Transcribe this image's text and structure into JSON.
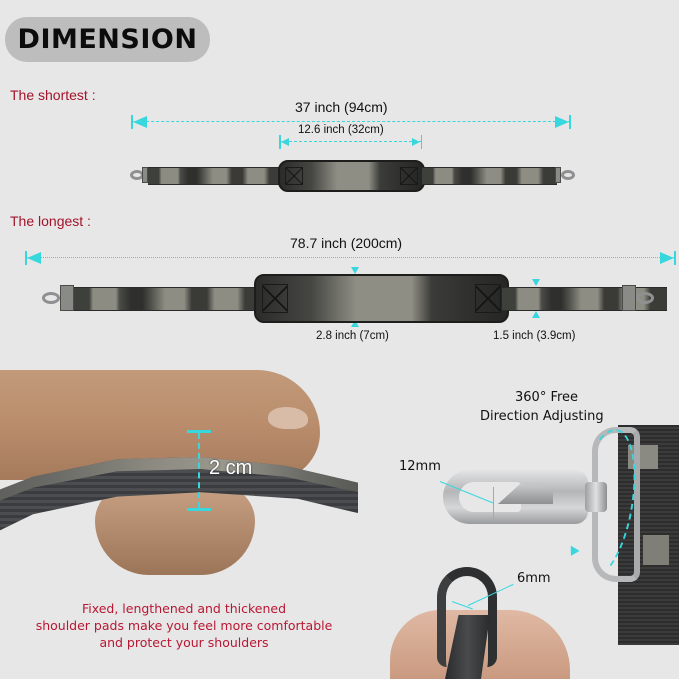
{
  "header": {
    "title": "DIMENSION"
  },
  "shortest": {
    "label": "The shortest :",
    "total_length": "37 inch (94cm)",
    "pad_length": "12.6 inch (32cm)"
  },
  "longest": {
    "label": "The longest :",
    "total_length": "78.7 inch (200cm)",
    "pad_width": "2.8 inch (7cm)",
    "strap_width": "1.5 inch (3.9cm)"
  },
  "pad_detail": {
    "thickness": "2 cm",
    "caption_lines": [
      "Fixed, lengthened and thickened",
      "shoulder pads make you feel more comfortable",
      "and protect your shoulders"
    ]
  },
  "hook_detail": {
    "swivel_title_line1": "360° Free",
    "swivel_title_line2": "Direction Adjusting",
    "hook_opening": "12mm",
    "small_hook_opening": "6mm"
  },
  "colors": {
    "background": "#e8e7e8",
    "title_pill": "#bdbdbd",
    "section_label": "#a3132b",
    "caption_red": "#b81732",
    "dimension_cyan": "#38d7dd"
  }
}
